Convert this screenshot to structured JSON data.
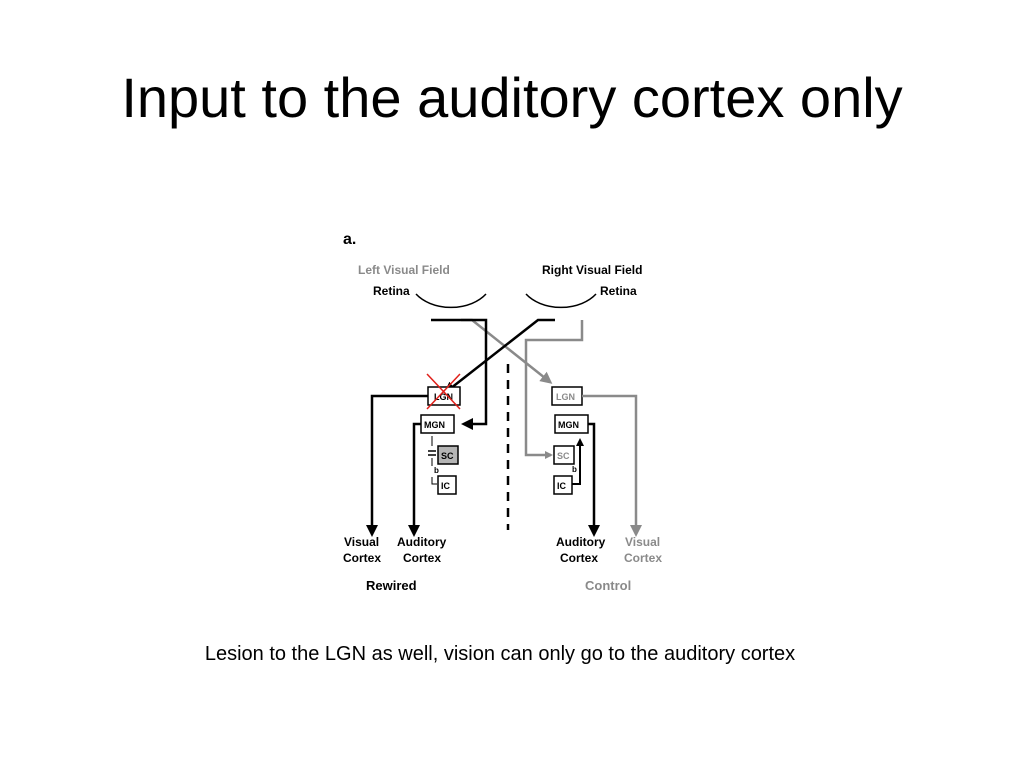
{
  "slide": {
    "title": "Input to the auditory cortex only",
    "caption": "Lesion to the LGN as well, vision can only go to the auditory cortex"
  },
  "figure": {
    "panel_label": "a.",
    "left_visual_field": "Left Visual Field",
    "right_visual_field": "Right Visual Field",
    "retina_left": "Retina",
    "retina_right": "Retina",
    "rewired": {
      "lgn": "LGN",
      "mgn": "MGN",
      "sc": "SC",
      "ic": "IC",
      "b": "b",
      "visual_cortex_line1": "Visual",
      "visual_cortex_line2": "Cortex",
      "auditory_cortex_line1": "Auditory",
      "auditory_cortex_line2": "Cortex",
      "condition_label": "Rewired"
    },
    "control": {
      "lgn": "LGN",
      "mgn": "MGN",
      "sc": "SC",
      "ic": "IC",
      "b": "b",
      "auditory_cortex_line1": "Auditory",
      "auditory_cortex_line2": "Cortex",
      "visual_cortex_line1": "Visual",
      "visual_cortex_line2": "Cortex",
      "condition_label": "Control"
    },
    "colors": {
      "rewired_pathway": "#000000",
      "control_pathway": "#8a8a8a",
      "lesion_mark": "#e0201a",
      "sc_fill": "#b5b5b5"
    }
  }
}
